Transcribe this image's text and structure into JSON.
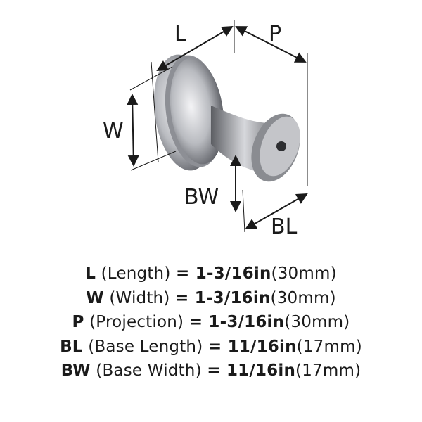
{
  "diagram": {
    "labels": {
      "L": "L",
      "P": "P",
      "W": "W",
      "BW": "BW",
      "BL": "BL"
    }
  },
  "specs": [
    {
      "code": "L",
      "name": "(Length)",
      "eq": "= 1-3/16in",
      "metric": "(30mm)"
    },
    {
      "code": "W",
      "name": "(Width)",
      "eq": "= 1-3/16in",
      "metric": "(30mm)"
    },
    {
      "code": "P",
      "name": "(Projection)",
      "eq": "= 1-3/16in",
      "metric": "(30mm)"
    },
    {
      "code": "BL",
      "name": "(Base Length)",
      "eq": "= 11/16in",
      "metric": "(17mm)"
    },
    {
      "code": "BW",
      "name": "(Base Width)",
      "eq": "= 11/16in",
      "metric": "(17mm)"
    }
  ]
}
